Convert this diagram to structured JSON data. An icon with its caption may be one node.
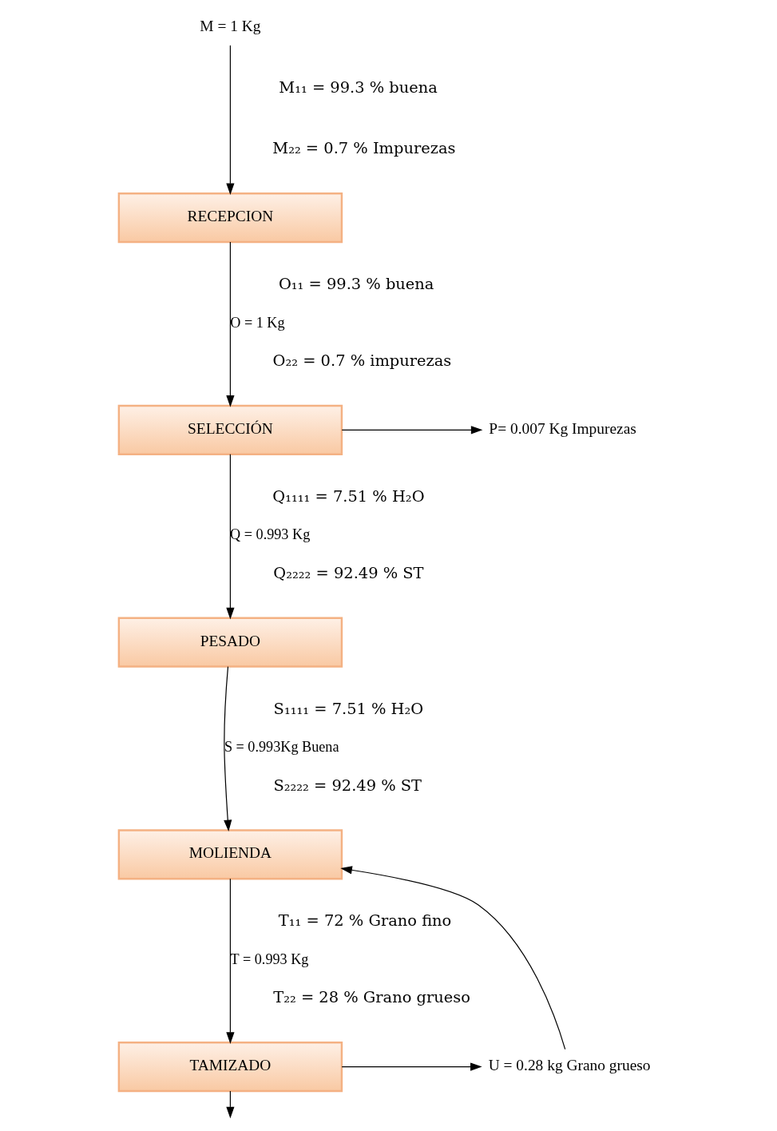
{
  "diagram": {
    "nodes": [
      {
        "text": [
          "M = 1 Kg"
        ]
      },
      {
        "text": [
          "RECEPCION"
        ]
      },
      {
        "text": [
          "SELECCIÓN"
        ]
      },
      {
        "text": [
          "P= 0.007 Kg Impurezas"
        ]
      },
      {
        "text": [
          "PESADO"
        ]
      },
      {
        "text": [
          "MOLIENDA"
        ]
      },
      {
        "text": [
          "TAMIZADO"
        ]
      },
      {
        "text": [
          "U = 0.28 kg Grano grueso"
        ]
      }
    ],
    "edges": [
      {
        "from": 0,
        "to": 1,
        "arrow": "to"
      },
      {
        "from": 1,
        "to": 2,
        "arrow": "to",
        "label": "O = 1 Kg"
      },
      {
        "from": 2,
        "to": 3,
        "arrow": "to"
      },
      {
        "from": 2,
        "to": 4,
        "arrow": "to",
        "label": "Q = 0.993 Kg"
      },
      {
        "from": 4,
        "to": 5,
        "arrow": "to",
        "label": "S = 0.993Kg Buena"
      },
      {
        "from": 5,
        "to": 6,
        "arrow": "to",
        "label": "T = 0.993 Kg"
      },
      {
        "from": 6,
        "to": 7,
        "arrow": "to"
      },
      {
        "from": 7,
        "to": 5,
        "arrow": "to"
      },
      {
        "from": 6,
        "to": null,
        "arrow": "to"
      }
    ],
    "labels": [
      "M₁₁ = 99.3 % buena",
      "M₂₂ = 0.7 % Impurezas",
      "O₁₁ = 99.3 % buena",
      "O₂₂ = 0.7 % impurezas",
      "Q₁₁₁₁ = 7.51 % H₂O",
      "Q₂₂₂₂ = 92.49 % ST",
      "S₁₁₁₁ = 7.51 % H₂O",
      "S₂₂₂₂ = 92.49 % ST",
      "T₁₁ = 72 % Grano fino",
      "T₂₂ = 28 % Grano grueso"
    ]
  }
}
